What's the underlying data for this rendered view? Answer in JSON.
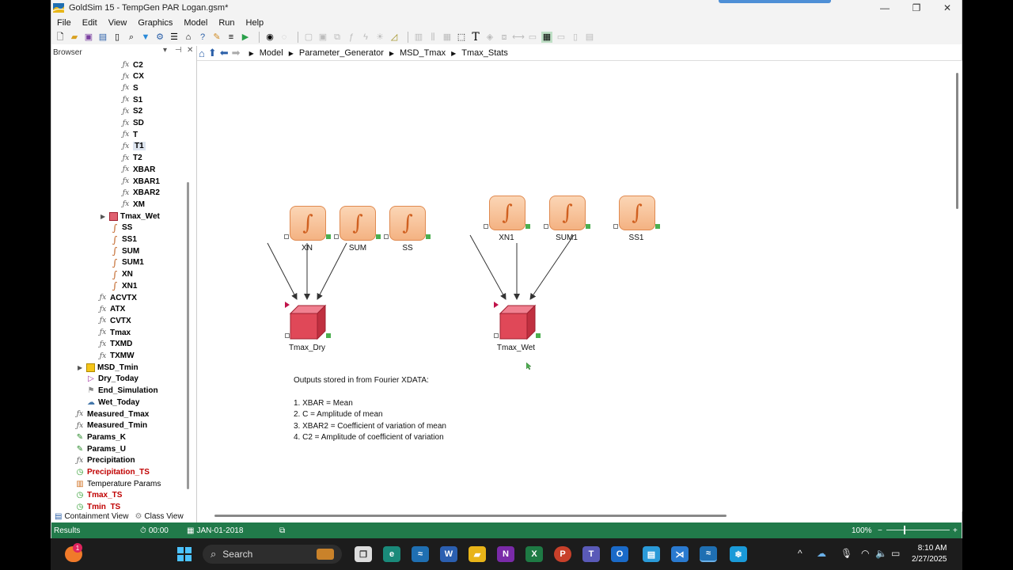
{
  "window": {
    "title": "GoldSim 15  - TempGen PAR Logan.gsm*",
    "controls": {
      "minimize": "—",
      "maximize": "❐",
      "close": "✕"
    }
  },
  "menu": [
    "File",
    "Edit",
    "View",
    "Graphics",
    "Model",
    "Run",
    "Help"
  ],
  "browser": {
    "title": "Browser",
    "tabs": [
      {
        "label": "Containment View",
        "icon": "containment-view-icon"
      },
      {
        "label": "Class View",
        "icon": "class-view-icon"
      }
    ],
    "tree": [
      {
        "label": "C2",
        "icon": "fx"
      },
      {
        "label": "CX",
        "icon": "fx"
      },
      {
        "label": "S",
        "icon": "fx"
      },
      {
        "label": "S1",
        "icon": "fx"
      },
      {
        "label": "S2",
        "icon": "fx"
      },
      {
        "label": "SD",
        "icon": "fx"
      },
      {
        "label": "T",
        "icon": "fx"
      },
      {
        "label": "T1",
        "icon": "fx",
        "selected": true
      },
      {
        "label": "T2",
        "icon": "fx"
      },
      {
        "label": "XBAR",
        "icon": "fx"
      },
      {
        "label": "XBAR1",
        "icon": "fx"
      },
      {
        "label": "XBAR2",
        "icon": "fx"
      },
      {
        "label": "XM",
        "icon": "fx"
      },
      {
        "label": "Tmax_Wet",
        "icon": "container"
      },
      {
        "label": "SS",
        "icon": "integrator"
      },
      {
        "label": "SS1",
        "icon": "integrator"
      },
      {
        "label": "SUM",
        "icon": "integrator"
      },
      {
        "label": "SUM1",
        "icon": "integrator"
      },
      {
        "label": "XN",
        "icon": "integrator"
      },
      {
        "label": "XN1",
        "icon": "integrator"
      },
      {
        "label": "ACVTX",
        "icon": "fx"
      },
      {
        "label": "ATX",
        "icon": "fx"
      },
      {
        "label": "CVTX",
        "icon": "fx"
      },
      {
        "label": "Tmax",
        "icon": "fx"
      },
      {
        "label": "TXMD",
        "icon": "fx"
      },
      {
        "label": "TXMW",
        "icon": "fx"
      },
      {
        "label": "MSD_Tmin",
        "icon": "container-yellow"
      },
      {
        "label": "Dry_Today",
        "icon": "triangle"
      },
      {
        "label": "End_Simulation",
        "icon": "milestone"
      },
      {
        "label": "Wet_Today",
        "icon": "cloud"
      },
      {
        "label": "Measured_Tmax",
        "icon": "fx"
      },
      {
        "label": "Measured_Tmin",
        "icon": "fx"
      },
      {
        "label": "Params_K",
        "icon": "pencil"
      },
      {
        "label": "Params_U",
        "icon": "pencil"
      },
      {
        "label": "Precipitation",
        "icon": "fx"
      },
      {
        "label": "Precipitation_TS",
        "icon": "clock",
        "red": true
      },
      {
        "label": "Temperature Params",
        "icon": "bars",
        "normal": true
      },
      {
        "label": "Tmax_TS",
        "icon": "clock",
        "red": true
      },
      {
        "label": "Tmin_TS",
        "icon": "clock",
        "red": true
      }
    ]
  },
  "breadcrumb": [
    "Model",
    "Parameter_Generator",
    "MSD_Tmax",
    "Tmax_Stats"
  ],
  "diagram": {
    "integrators": [
      "XN",
      "SUM",
      "SS",
      "XN1",
      "SUM1",
      "SS1"
    ],
    "containers": [
      "Tmax_Dry",
      "Tmax_Wet"
    ]
  },
  "note": {
    "heading": "Outputs stored in from Fourier XDATA:",
    "lines": [
      "1. XBAR = Mean",
      "2. C = Amplitude of mean",
      "3. XBAR2 = Coefficient of variation of mean",
      "4. C2 = Amplitude of coefficient of variation"
    ]
  },
  "status": {
    "mode": "Results",
    "time": "00:00",
    "date": "JAN-01-2018",
    "zoom": "100%",
    "zoom_minus": "−",
    "zoom_plus": "+",
    "zoom_level": 0.28
  },
  "taskbar": {
    "search_placeholder": "Search",
    "time": "8:10 AM",
    "date": "2/27/2025",
    "badge": "1"
  }
}
